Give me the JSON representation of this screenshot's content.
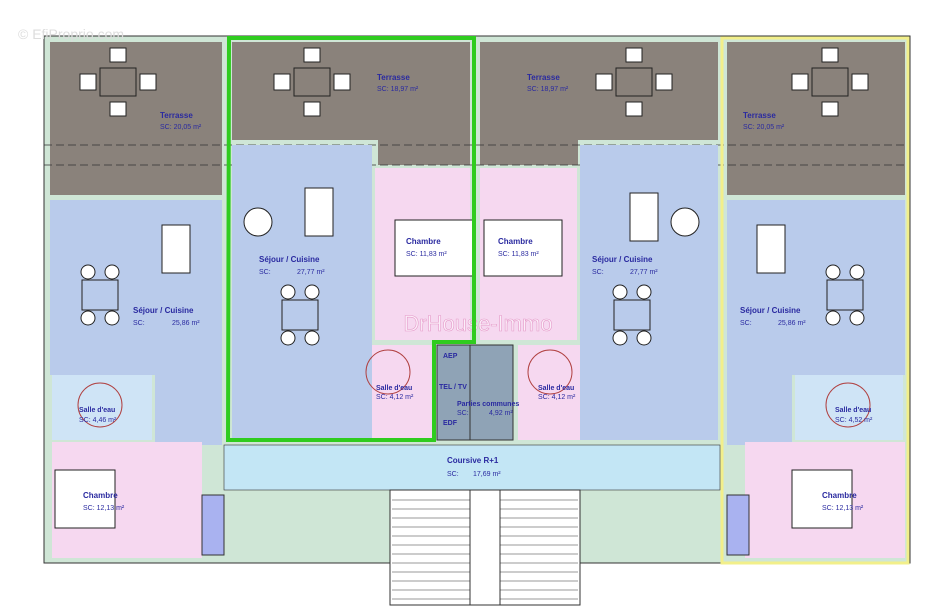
{
  "watermark_top": "© EfiProprio.com",
  "watermark_center": "DrHouse-Immo",
  "colors": {
    "terrace": "#8a827b",
    "living": "#b9cbeb",
    "bedroom": "#f6d8f0",
    "bathroom": "#cfe4f6",
    "corridor": "#c3e6f5",
    "common": "#8fa3b6",
    "highlight_green": "#2fcc1f",
    "highlight_yellow": "#f2ef8a"
  },
  "rooms": {
    "terrasse_1": {
      "name": "Terrasse",
      "area": "SC: 20,05 m²"
    },
    "terrasse_2": {
      "name": "Terrasse",
      "area": "SC: 18,97 m²"
    },
    "terrasse_3": {
      "name": "Terrasse",
      "area": "SC: 18,97 m²"
    },
    "terrasse_4": {
      "name": "Terrasse",
      "area": "SC: 20,05 m²"
    },
    "sejour_1": {
      "name": "Séjour / Cuisine",
      "sc": "SC:",
      "area": "25,86 m²"
    },
    "sejour_2": {
      "name": "Séjour / Cuisine",
      "sc": "SC:",
      "area": "27,77 m²"
    },
    "sejour_3": {
      "name": "Séjour / Cuisine",
      "sc": "SC:",
      "area": "27,77 m²"
    },
    "sejour_4": {
      "name": "Séjour / Cuisine",
      "sc": "SC:",
      "area": "25,86 m²"
    },
    "chambre_2": {
      "name": "Chambre",
      "area": "SC: 11,83 m²"
    },
    "chambre_3": {
      "name": "Chambre",
      "area": "SC: 11,83 m²"
    },
    "chambre_1": {
      "name": "Chambre",
      "area": "SC: 12,13 m²"
    },
    "chambre_4": {
      "name": "Chambre",
      "area": "SC: 12,13 m²"
    },
    "sde_1": {
      "name": "Salle d'eau",
      "area": "SC: 4,46 m²"
    },
    "sde_2": {
      "name": "Salle d'eau",
      "area": "SC: 4,12 m²"
    },
    "sde_3": {
      "name": "Salle d'eau",
      "area": "SC: 4,12 m²"
    },
    "sde_4": {
      "name": "Salle d'eau",
      "area": "SC: 4,52 m²"
    },
    "communes": {
      "name": "Parties communes",
      "sc": "SC:",
      "area": "4,92 m²",
      "aep": "AEP",
      "tel": "TEL / TV",
      "edf": "EDF"
    },
    "coursive": {
      "name": "Coursive R+1",
      "sc": "SC:",
      "area": "17,69 m²"
    }
  }
}
